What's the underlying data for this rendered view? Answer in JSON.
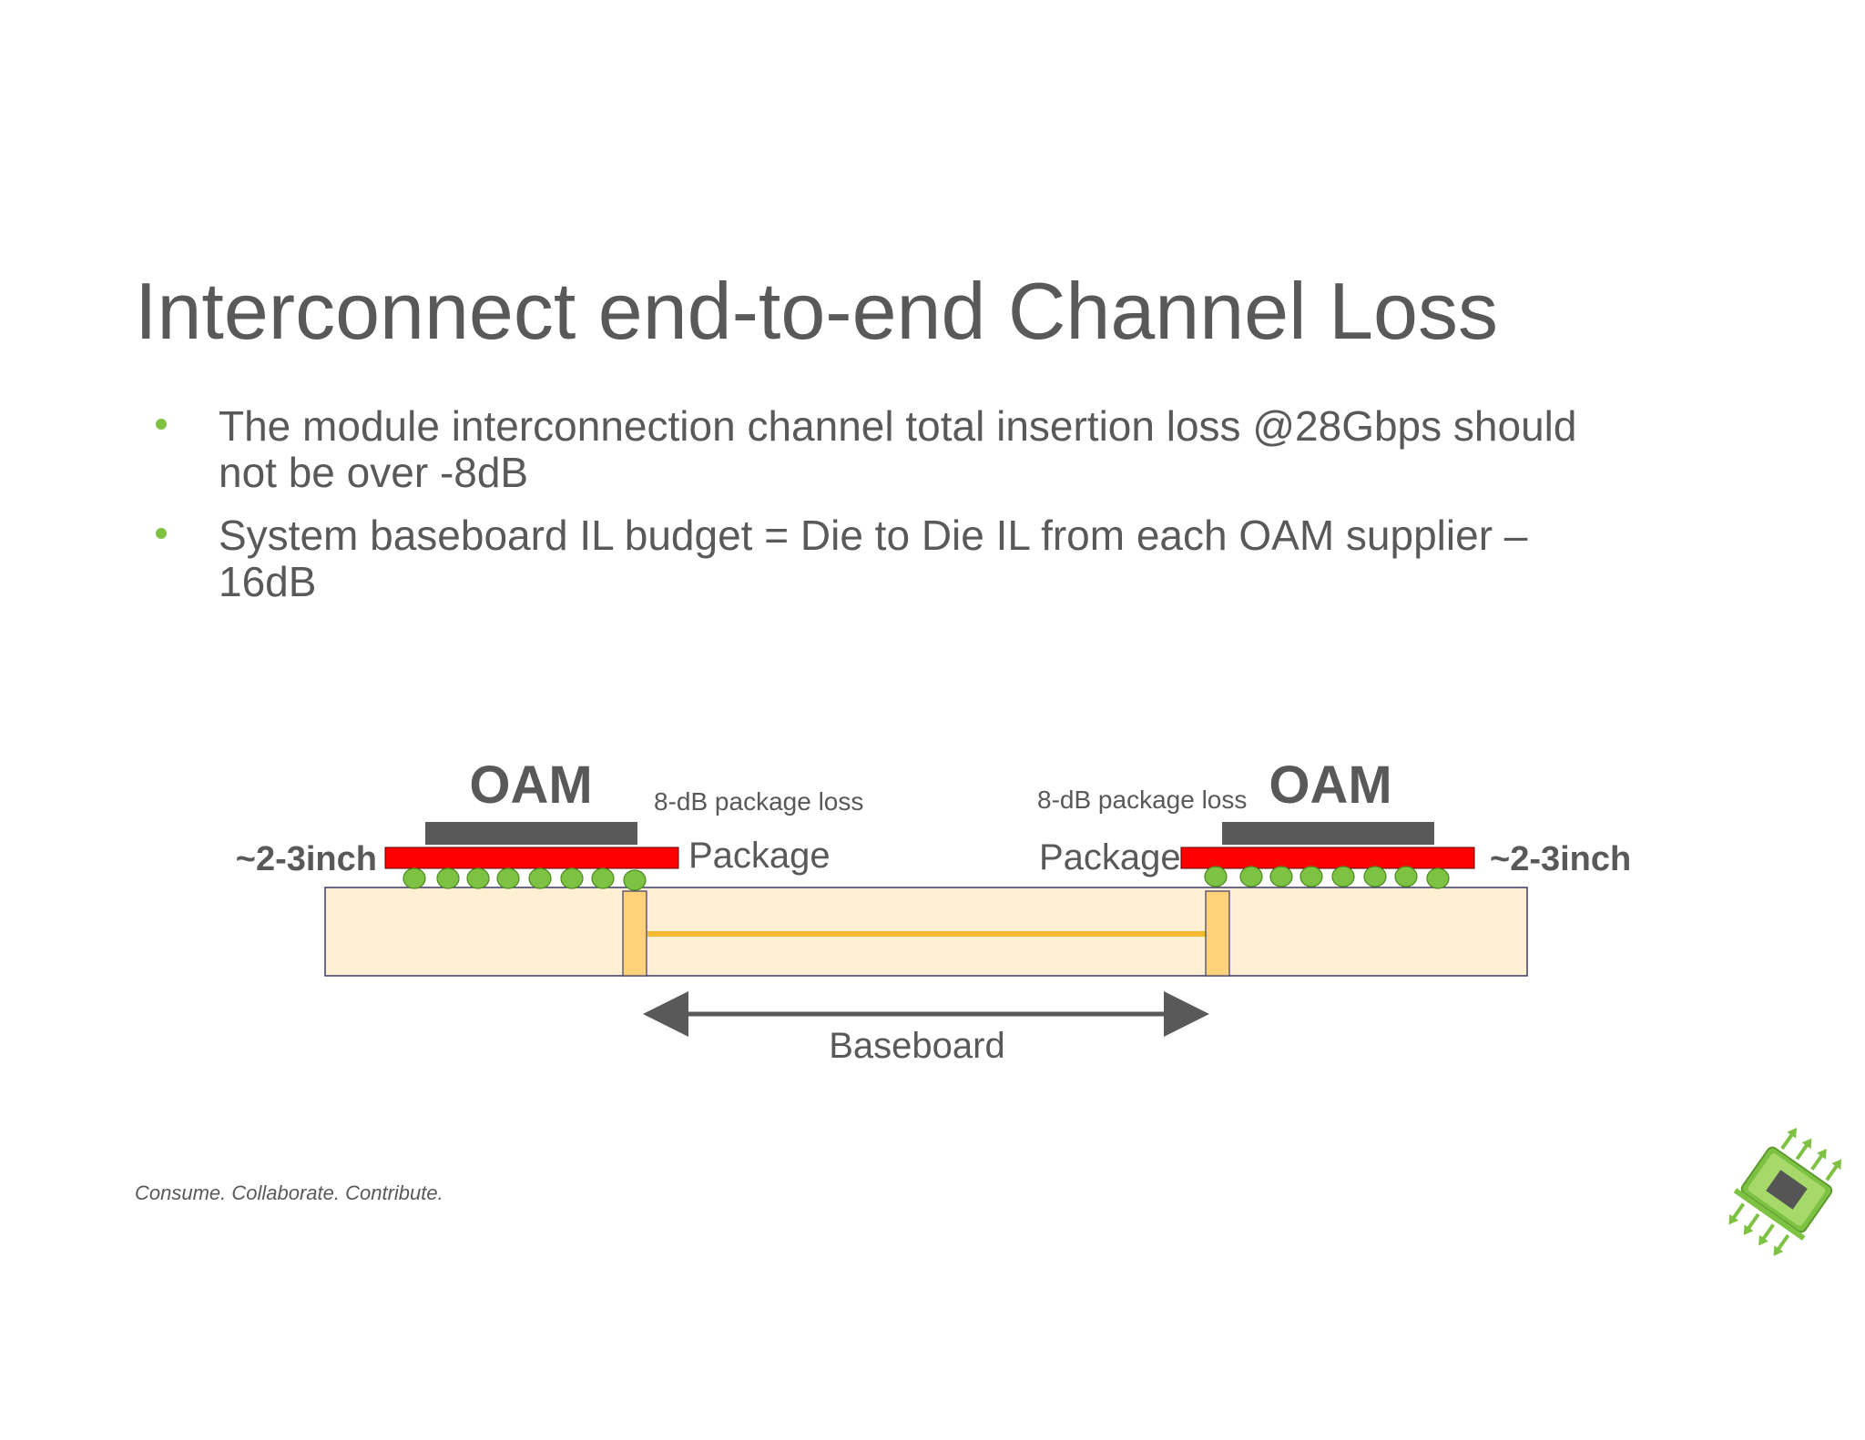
{
  "slide": {
    "title": "Interconnect end-to-end Channel Loss",
    "bullets": [
      {
        "line1": "The module interconnection channel total insertion loss @28Gbps should",
        "line2": "not be over -8dB"
      },
      {
        "line1": "System baseboard IL budget = Die to Die IL from each OAM supplier –",
        "line2": "16dB"
      }
    ],
    "footer": "Consume. Collaborate. Contribute."
  },
  "diagram": {
    "left": {
      "module_label": "OAM",
      "loss_label": "8-dB package loss",
      "package_label": "Package",
      "length_label": "~2-3inch"
    },
    "right": {
      "module_label": "OAM",
      "loss_label": "8-dB package loss",
      "package_label": "Package",
      "length_label": "~2-3inch"
    },
    "baseboard_label": "Baseboard",
    "colors": {
      "module": "#595959",
      "package": "#ff0000",
      "solder_ball": "#7dc242",
      "board": "#fff0d4",
      "via": "#ffd27a",
      "trace": "#f5b82e",
      "arrow": "#595959",
      "text": "#595959"
    }
  },
  "logo": {
    "icon": "chip-with-arrows-logo",
    "colors": {
      "primary": "#7dc242",
      "core": "#555555"
    }
  }
}
